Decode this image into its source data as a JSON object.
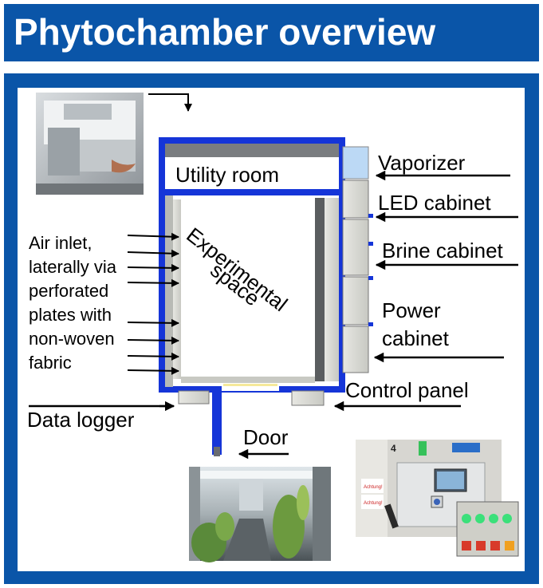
{
  "title": "Phytochamber overview",
  "labels": {
    "utility_room": "Utility room",
    "experimental_space_line1": "Experimental",
    "experimental_space_line2": "space",
    "vaporizer": "Vaporizer",
    "led_cabinet": "LED cabinet",
    "brine_cabinet": "Brine cabinet",
    "power_cabinet_line1": "Power",
    "power_cabinet_line2": "cabinet",
    "control_panel": "Control panel",
    "data_logger": "Data logger",
    "door": "Door",
    "air_inlet": [
      "Air inlet,",
      "laterally via",
      "perforated",
      "plates with",
      "non-woven",
      "fabric"
    ]
  },
  "control_panel_photo": {
    "number": "4",
    "sign1": "Achtung!",
    "sign2": "Achtung!"
  },
  "colors": {
    "brand_blue": "#0a55a8",
    "wall_blue": "#1535d8",
    "cabinet_grey": "#cfd6dd",
    "led_green": "#3be07a",
    "button_red": "#d83a2a",
    "button_amber": "#f0a020"
  },
  "icons": {
    "arrow": "arrow-left-icon"
  }
}
